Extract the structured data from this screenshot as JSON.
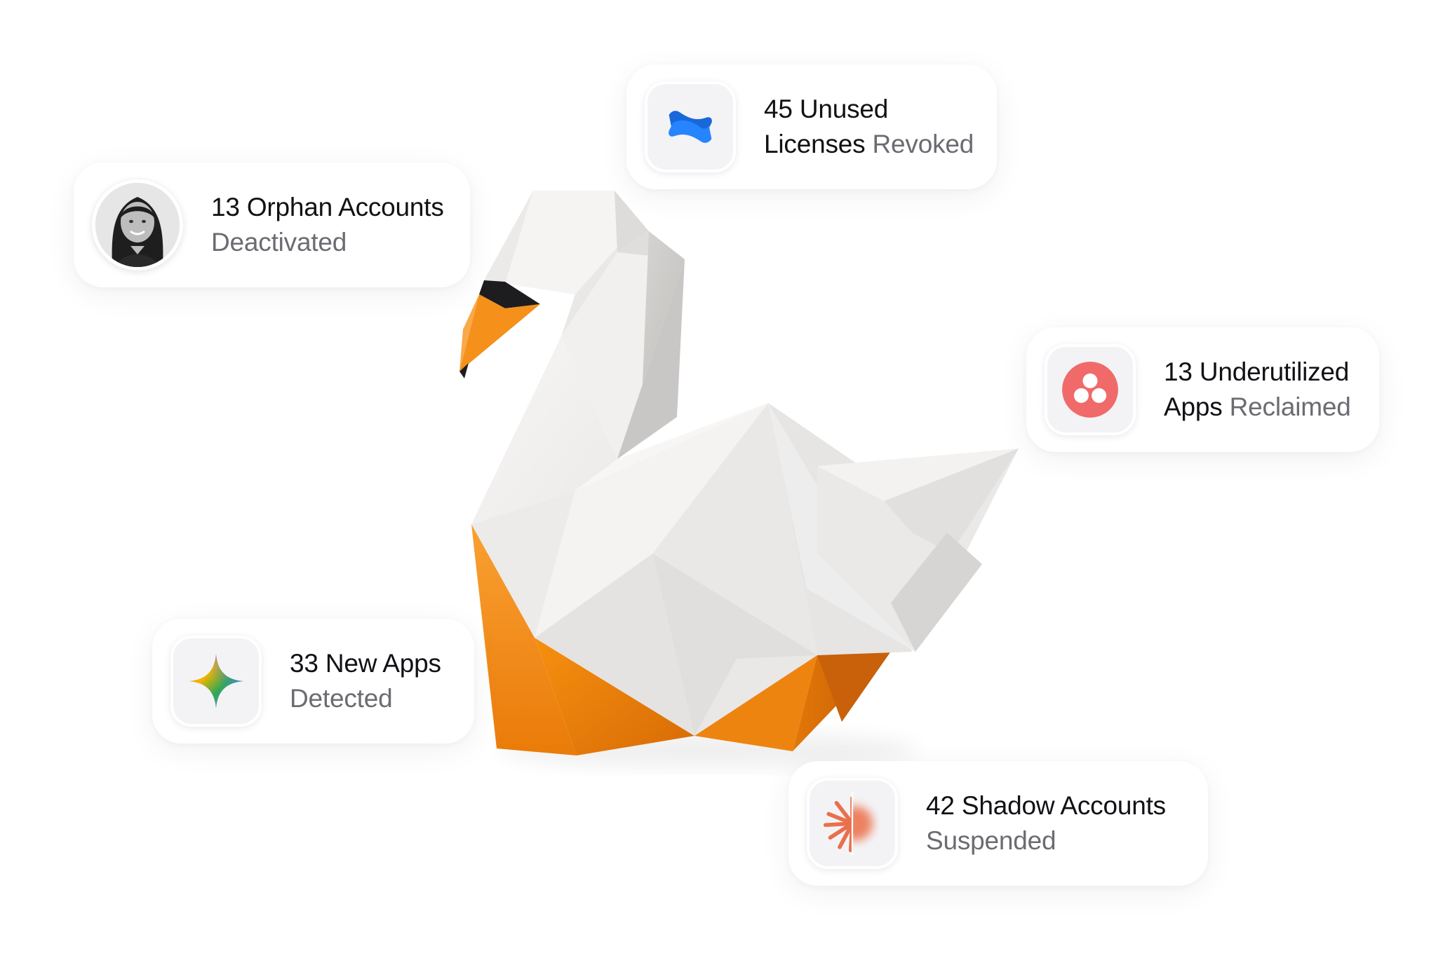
{
  "cards": [
    {
      "id": "orphan-accounts",
      "line1": "13 Orphan Accounts",
      "line2_primary": "",
      "line2_secondary": "Deactivated",
      "icon": "person-avatar"
    },
    {
      "id": "unused-licenses",
      "line1": "45 Unused",
      "line2_primary": "Licenses",
      "line2_secondary": "Revoked",
      "icon": "confluence-logo-icon"
    },
    {
      "id": "underutilized-apps",
      "line1": "13 Underutilized",
      "line2_primary": "Apps",
      "line2_secondary": "Reclaimed",
      "icon": "asana-logo-icon"
    },
    {
      "id": "new-apps",
      "line1": "33 New Apps",
      "line2_primary": "",
      "line2_secondary": "Detected",
      "icon": "gemini-sparkle-icon"
    },
    {
      "id": "shadow-accounts",
      "line1": "42 Shadow Accounts",
      "line2_primary": "",
      "line2_secondary": "Suspended",
      "icon": "claude-starburst-icon"
    }
  ],
  "colors": {
    "swan_white": "#efefef",
    "swan_orange": "#f08a14",
    "confluence_blue": "#1868db",
    "asana_coral": "#f06a6a",
    "claude_orange": "#e8704c"
  }
}
